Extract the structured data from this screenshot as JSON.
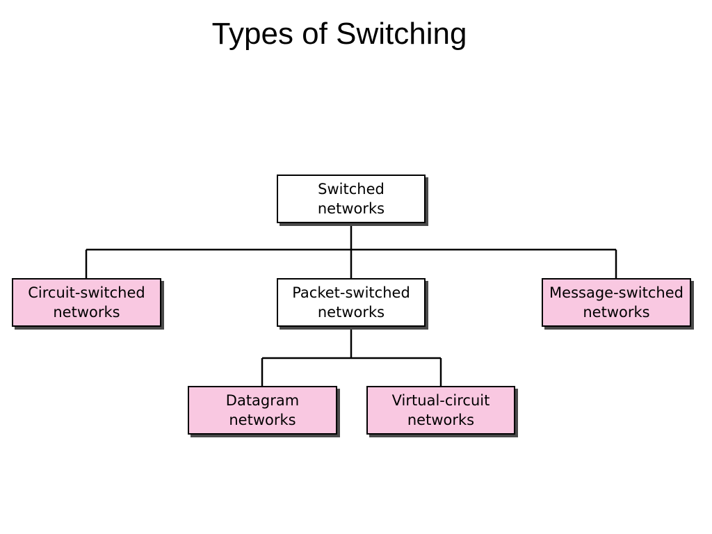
{
  "title": "Types of Switching",
  "colors": {
    "leaf_fill": "#f9c8e1",
    "branch_fill": "#ffffff",
    "border": "#000000",
    "shadow": "#4a4a4a"
  },
  "nodes": {
    "root": {
      "line1": "Switched",
      "line2": "networks"
    },
    "circuit": {
      "line1": "Circuit-switched",
      "line2": "networks"
    },
    "packet": {
      "line1": "Packet-switched",
      "line2": "networks"
    },
    "message": {
      "line1": "Message-switched",
      "line2": "networks"
    },
    "datagram": {
      "line1": "Datagram",
      "line2": "networks"
    },
    "virtual": {
      "line1": "Virtual-circuit",
      "line2": "networks"
    }
  }
}
